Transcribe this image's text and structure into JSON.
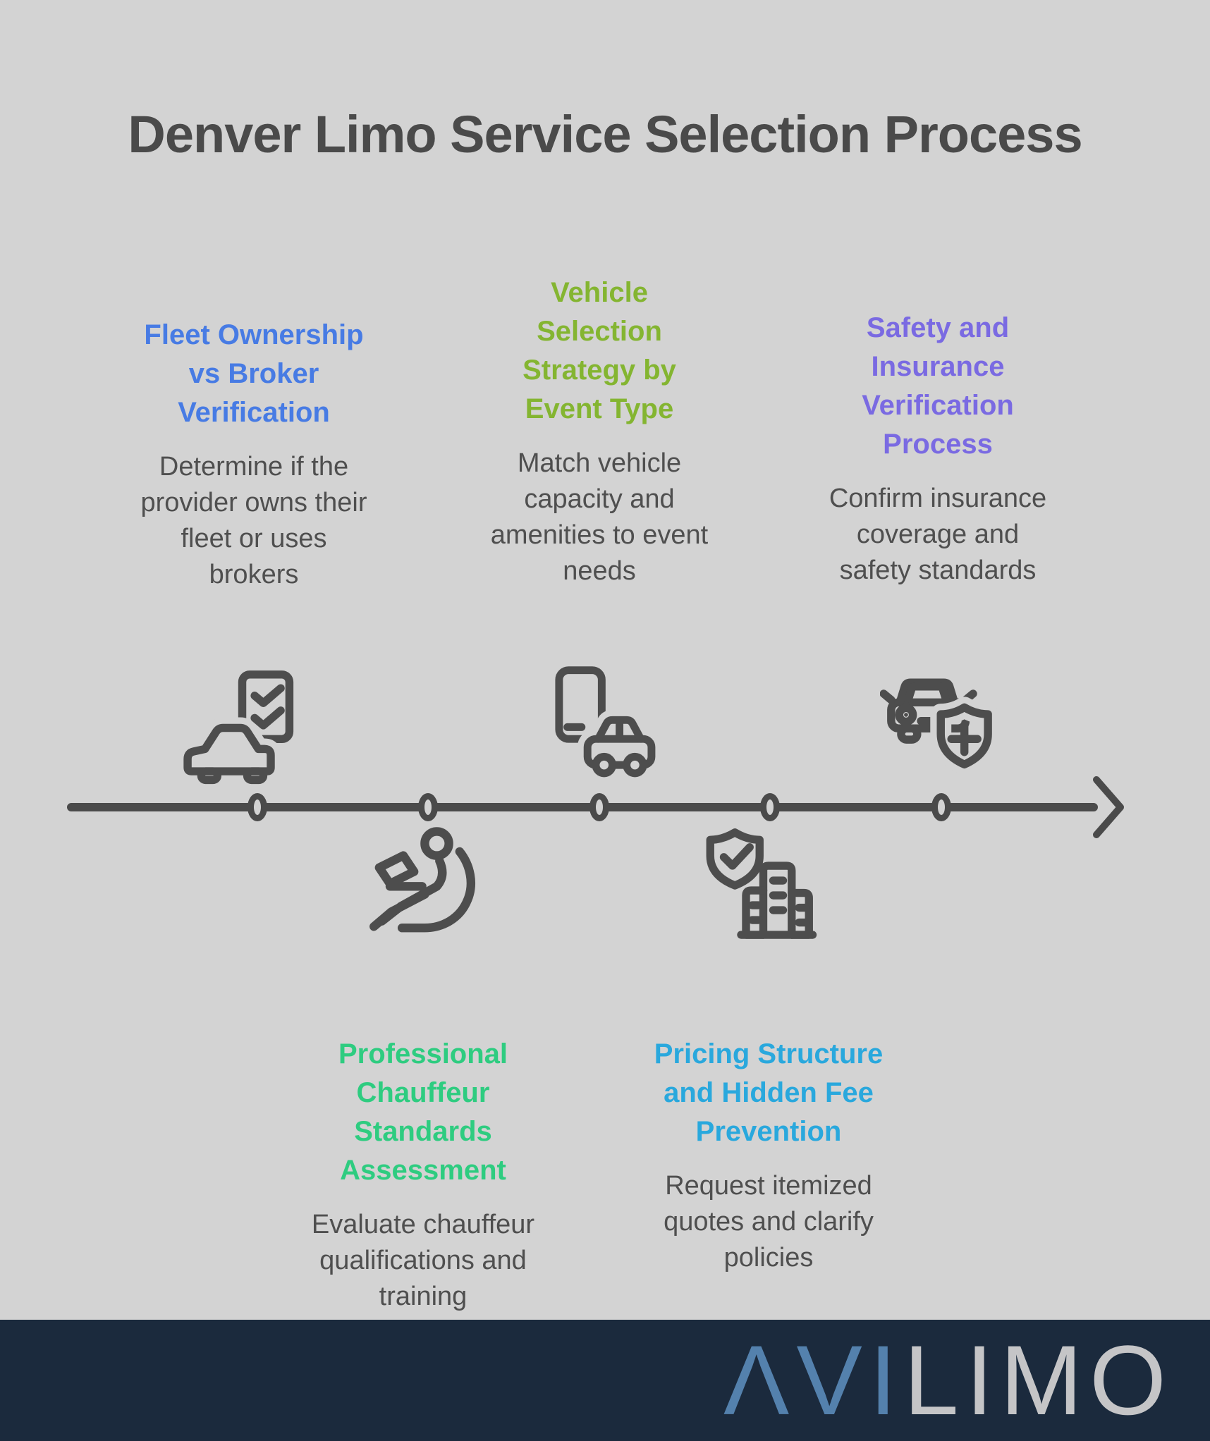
{
  "title": "Denver Limo Service Selection Process",
  "colors": {
    "background": "#d3d3d3",
    "title_text": "#4a4a4a",
    "body_text": "#4f4f4f",
    "icon_stroke": "#4d4d4d",
    "timeline": "#4a4a4a",
    "footer_background": "#1b2a3d",
    "logo_blue": "#5481ad",
    "logo_gray": "#c5c5c7"
  },
  "steps": [
    {
      "order": 1,
      "placement": "above-timeline",
      "accent": "#477be4",
      "icon": "car-checklist-icon",
      "heading": "Fleet Ownership vs Broker Verification",
      "heading_lines": [
        "Fleet Ownership",
        "vs Broker",
        "Verification"
      ],
      "description": "Determine if the provider owns their fleet or uses brokers",
      "description_lines": [
        "Determine if the",
        "provider owns their",
        "fleet or uses",
        "brokers"
      ]
    },
    {
      "order": 2,
      "placement": "below-timeline",
      "accent": "#2ecc80",
      "icon": "chauffeur-laptop-icon",
      "heading": "Professional Chauffeur Standards Assessment",
      "heading_lines": [
        "Professional",
        "Chauffeur",
        "Standards",
        "Assessment"
      ],
      "description": "Evaluate chauffeur qualifications and training",
      "description_lines": [
        "Evaluate chauffeur",
        "qualifications and",
        "training"
      ]
    },
    {
      "order": 3,
      "placement": "above-timeline",
      "accent": "#84b531",
      "icon": "phone-car-icon",
      "heading": "Vehicle Selection Strategy by Event Type",
      "heading_lines": [
        "Vehicle",
        "Selection",
        "Strategy by",
        "Event Type"
      ],
      "description": "Match vehicle capacity and amenities to event needs",
      "description_lines": [
        "Match vehicle",
        "capacity and",
        "amenities to event",
        "needs"
      ]
    },
    {
      "order": 4,
      "placement": "below-timeline",
      "accent": "#29a8dd",
      "icon": "shield-building-icon",
      "heading": "Pricing Structure and Hidden Fee Prevention",
      "heading_lines": [
        "Pricing Structure",
        "and Hidden Fee",
        "Prevention"
      ],
      "description": "Request itemized quotes and clarify policies",
      "description_lines": [
        "Request itemized",
        "quotes and clarify",
        "policies"
      ]
    },
    {
      "order": 5,
      "placement": "above-timeline",
      "accent": "#7a6ae2",
      "icon": "car-shield-plus-icon",
      "heading": "Safety and Insurance Verification Process",
      "heading_lines": [
        "Safety and",
        "Insurance",
        "Verification",
        "Process"
      ],
      "description": "Confirm insurance coverage and safety standards",
      "description_lines": [
        "Confirm insurance",
        "coverage and",
        "safety standards"
      ]
    }
  ],
  "footer": {
    "logo_primary": "ΛVI",
    "logo_secondary": "LIMO"
  }
}
